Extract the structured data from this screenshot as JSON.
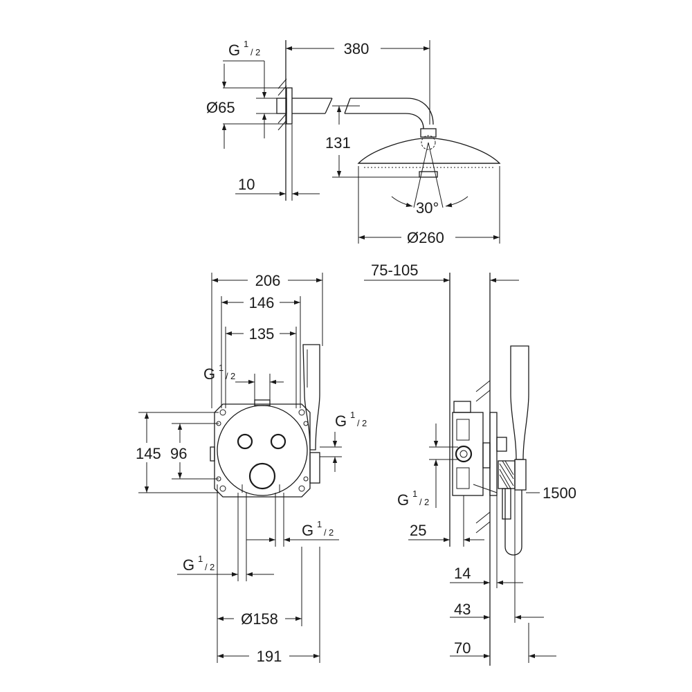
{
  "dimensions": {
    "top_view": {
      "thread_g": "G",
      "thread_frac_num": "1",
      "thread_frac_den": "2",
      "arm_length": "380",
      "flange_diameter": "Ø65",
      "drop_height": "131",
      "wall_offset": "10",
      "spray_angle": "30°",
      "head_diameter": "Ø260"
    },
    "front_view": {
      "overall_width": "206",
      "width_146": "146",
      "width_135": "135",
      "height_145": "145",
      "height_96": "96",
      "thread_top_g": "G",
      "thread_right_g": "G",
      "thread_bottom_left_g": "G",
      "thread_bottom_right_g": "G",
      "frac_num": "1",
      "frac_den": "2",
      "plate_diameter": "Ø158",
      "overall_191": "191"
    },
    "side_view": {
      "depth_range": "75-105",
      "hose_length": "1500",
      "thread_g": "G",
      "frac_num": "1",
      "frac_den": "2",
      "depth_25": "25",
      "depth_14": "14",
      "depth_43": "43",
      "depth_70": "70"
    }
  }
}
